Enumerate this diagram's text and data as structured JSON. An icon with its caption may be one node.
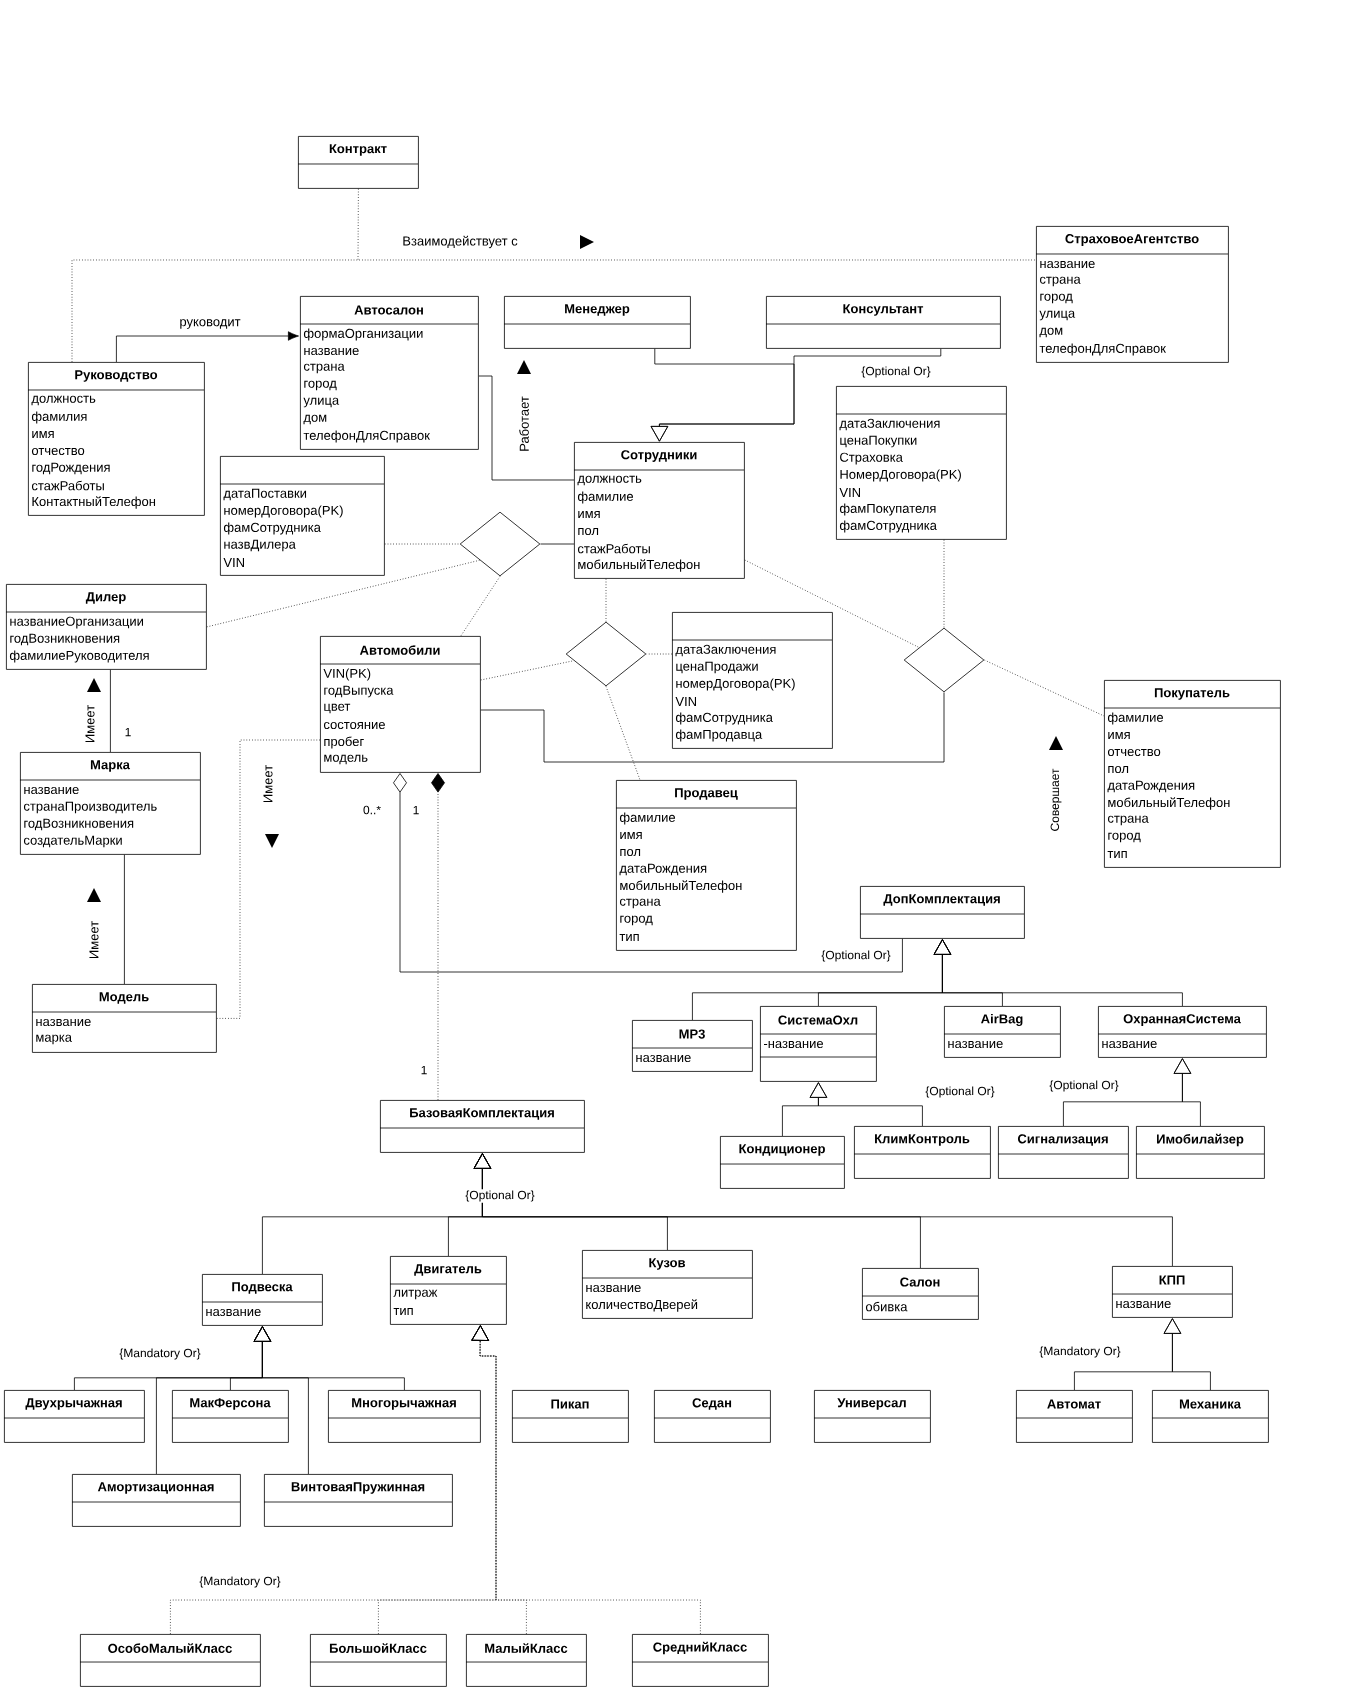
{
  "diagram": {
    "nodes": [
      {
        "text": [
          "Контракт"
        ]
      },
      {
        "text": [
          "СтраховоеАгентство",
          "название",
          "страна",
          "город",
          "улица",
          "дом",
          "телефонДляСправок"
        ]
      },
      {
        "text": [
          "Автосалон",
          "формаОрганизации",
          "название",
          "страна",
          "город",
          "улица",
          "дом",
          "телефонДляСправок"
        ]
      },
      {
        "text": [
          "Менеджер"
        ]
      },
      {
        "text": [
          "Консультант"
        ]
      },
      {
        "text": [
          "Руководство",
          "должность",
          "фамилия",
          "имя",
          "отчество",
          "годРождения",
          "стажРаботы",
          "КонтактныйТелефон"
        ]
      },
      {
        "text": [
          "Сотрудники",
          "должность",
          "фамилие",
          "имя",
          "пол",
          "стажРаботы",
          "мобильныйТелефон"
        ]
      },
      {
        "text": [
          "датаПоставки",
          "номерДоговора(PK)",
          "фамСотрудника",
          "назвДилера",
          "VIN"
        ]
      },
      {
        "text": [
          "датаЗаключения",
          "ценаПокупки",
          "Страховка",
          "НомерДоговора(PK)",
          "VIN",
          "фамПокупателя",
          "фамСотрудника"
        ]
      },
      {
        "text": [
          "Дилер",
          "названиеОрганизации",
          "годВозникновения",
          "фамилиеРуководителя"
        ]
      },
      {
        "text": [],
        "shape": "diamond"
      },
      {
        "text": [
          "Автомобили",
          "VIN(PK)",
          "годВыпуска",
          "цвет",
          "состояние",
          "пробег",
          "модель"
        ]
      },
      {
        "text": [
          "датаЗаключения",
          "ценаПродажи",
          "номерДоговора(PK)",
          "VIN",
          "фамСотрудника",
          "фамПродавца"
        ]
      },
      {
        "text": [],
        "shape": "diamond"
      },
      {
        "text": [],
        "shape": "diamond"
      },
      {
        "text": [
          "Покупатель",
          "фамилие",
          "имя",
          "отчество",
          "пол",
          "датаРождения",
          "мобильныйТелефон",
          "страна",
          "город",
          "тип"
        ]
      },
      {
        "text": [
          "Марка",
          "название",
          "странаПроизводитель",
          "годВозникновения",
          "создательМарки"
        ]
      },
      {
        "text": [
          "Продавец",
          "фамилие",
          "имя",
          "пол",
          "датаРождения",
          "мобильныйТелефон",
          "страна",
          "город",
          "тип"
        ]
      },
      {
        "text": [
          "ДопКомплектация"
        ]
      },
      {
        "text": [
          "Модель",
          "название",
          "марка"
        ]
      },
      {
        "text": [
          "MP3",
          "название"
        ]
      },
      {
        "text": [
          "СистемаОхл",
          "-название"
        ]
      },
      {
        "text": [
          "AirBag",
          "название"
        ]
      },
      {
        "text": [
          "ОхраннаяСистема",
          "название"
        ]
      },
      {
        "text": [
          "Кондиционер"
        ]
      },
      {
        "text": [
          "КлимКонтроль"
        ]
      },
      {
        "text": [
          "Сигнализация"
        ]
      },
      {
        "text": [
          "Имобилайзер"
        ]
      },
      {
        "text": [
          "БазоваяКомплектация"
        ]
      },
      {
        "text": [
          "Подвеска",
          "название"
        ]
      },
      {
        "text": [
          "Двигатель",
          "литраж",
          "тип"
        ]
      },
      {
        "text": [
          "Кузов",
          "название",
          "количествоДверей"
        ]
      },
      {
        "text": [
          "Салон",
          "обивка"
        ]
      },
      {
        "text": [
          "КПП",
          "название"
        ]
      },
      {
        "text": [
          "Двухрычажная"
        ]
      },
      {
        "text": [
          "МакФерсона"
        ]
      },
      {
        "text": [
          "Многорычажная"
        ]
      },
      {
        "text": [
          "Пикап"
        ]
      },
      {
        "text": [
          "Седан"
        ]
      },
      {
        "text": [
          "Универсал"
        ]
      },
      {
        "text": [
          "Автомат"
        ]
      },
      {
        "text": [
          "Механика"
        ]
      },
      {
        "text": [
          "Амортизационная"
        ]
      },
      {
        "text": [
          "ВинтоваяПружинная"
        ]
      },
      {
        "text": [
          "ОсобоМалыйКласс"
        ]
      },
      {
        "text": [
          "БольшойКласс"
        ]
      },
      {
        "text": [
          "МалыйКласс"
        ]
      },
      {
        "text": [
          "СреднийКласс"
        ]
      }
    ],
    "edges": [
      {
        "from": 5,
        "to": 1,
        "arrow": "none",
        "style": "dashed",
        "label": "Взаимодействует с"
      },
      {
        "from": 0,
        "to": null,
        "arrow": "none",
        "style": "dashed"
      },
      {
        "from": 5,
        "to": 2,
        "arrow": "to",
        "label": "руководит"
      },
      {
        "from": 2,
        "to": 6,
        "arrow": "none",
        "label": "Работает"
      },
      {
        "from": 3,
        "to": 6,
        "arrow": "to"
      },
      {
        "from": 4,
        "to": 6,
        "arrow": "to"
      },
      {
        "from": 9,
        "to": 10,
        "arrow": "none",
        "style": "dashed"
      },
      {
        "from": 7,
        "to": 10,
        "arrow": "none",
        "style": "dashed"
      },
      {
        "from": 10,
        "to": 6,
        "arrow": "none"
      },
      {
        "from": 10,
        "to": 11,
        "arrow": "none",
        "style": "dashed"
      },
      {
        "from": 11,
        "to": 13,
        "arrow": "none",
        "style": "dashed"
      },
      {
        "from": 13,
        "to": 6,
        "arrow": "none",
        "style": "dashed"
      },
      {
        "from": 12,
        "to": 13,
        "arrow": "none",
        "style": "dashed"
      },
      {
        "from": 13,
        "to": 17,
        "arrow": "none",
        "style": "dashed"
      },
      {
        "from": 11,
        "to": 14,
        "arrow": "none"
      },
      {
        "from": 6,
        "to": 14,
        "arrow": "none",
        "style": "dashed"
      },
      {
        "from": 8,
        "to": 14,
        "arrow": "none",
        "style": "dashed"
      },
      {
        "from": 14,
        "to": 15,
        "arrow": "none",
        "style": "dashed"
      },
      {
        "from": 16,
        "to": 9,
        "arrow": "none",
        "label": "Имеет"
      },
      {
        "from": 19,
        "to": 16,
        "arrow": "none",
        "label": "Имеет"
      },
      {
        "from": 19,
        "to": 11,
        "arrow": "none",
        "style": "dashed",
        "label": "Имеет"
      },
      {
        "from": 18,
        "to": 11,
        "arrow": "other"
      },
      {
        "from": 28,
        "to": 11,
        "arrow": "other",
        "style": "dashed"
      },
      {
        "from": 20,
        "to": 18,
        "arrow": "to"
      },
      {
        "from": 21,
        "to": 18,
        "arrow": "to"
      },
      {
        "from": 22,
        "to": 18,
        "arrow": "to"
      },
      {
        "from": 23,
        "to": 18,
        "arrow": "to"
      },
      {
        "from": 24,
        "to": 21,
        "arrow": "to"
      },
      {
        "from": 25,
        "to": 21,
        "arrow": "to"
      },
      {
        "from": 26,
        "to": 23,
        "arrow": "to"
      },
      {
        "from": 27,
        "to": 23,
        "arrow": "to"
      },
      {
        "from": 29,
        "to": 28,
        "arrow": "to"
      },
      {
        "from": 30,
        "to": 28,
        "arrow": "to"
      },
      {
        "from": 31,
        "to": 28,
        "arrow": "to"
      },
      {
        "from": 32,
        "to": 28,
        "arrow": "to"
      },
      {
        "from": 33,
        "to": 28,
        "arrow": "to"
      },
      {
        "from": 34,
        "to": 29,
        "arrow": "to"
      },
      {
        "from": 35,
        "to": 29,
        "arrow": "to"
      },
      {
        "from": 36,
        "to": 29,
        "arrow": "to"
      },
      {
        "from": 42,
        "to": 29,
        "arrow": "to"
      },
      {
        "from": 43,
        "to": 29,
        "arrow": "to"
      },
      {
        "from": 44,
        "to": 30,
        "arrow": "to",
        "style": "dashed"
      },
      {
        "from": 45,
        "to": 30,
        "arrow": "to",
        "style": "dashed"
      },
      {
        "from": 46,
        "to": 30,
        "arrow": "to",
        "style": "dashed"
      },
      {
        "from": 47,
        "to": 30,
        "arrow": "to",
        "style": "dashed"
      },
      {
        "from": 40,
        "to": 33,
        "arrow": "to"
      },
      {
        "from": 41,
        "to": 33,
        "arrow": "to"
      }
    ],
    "labels": [
      "{Optional Or}",
      "Совершает",
      "1",
      "0..*",
      "1",
      "{Optional Or}",
      "{Optional Or}",
      "{Optional Or}",
      "1",
      "{Optional Or}",
      "{Mandatory Or}",
      "{Mandatory Or}",
      "{Mandatory Or}"
    ]
  }
}
